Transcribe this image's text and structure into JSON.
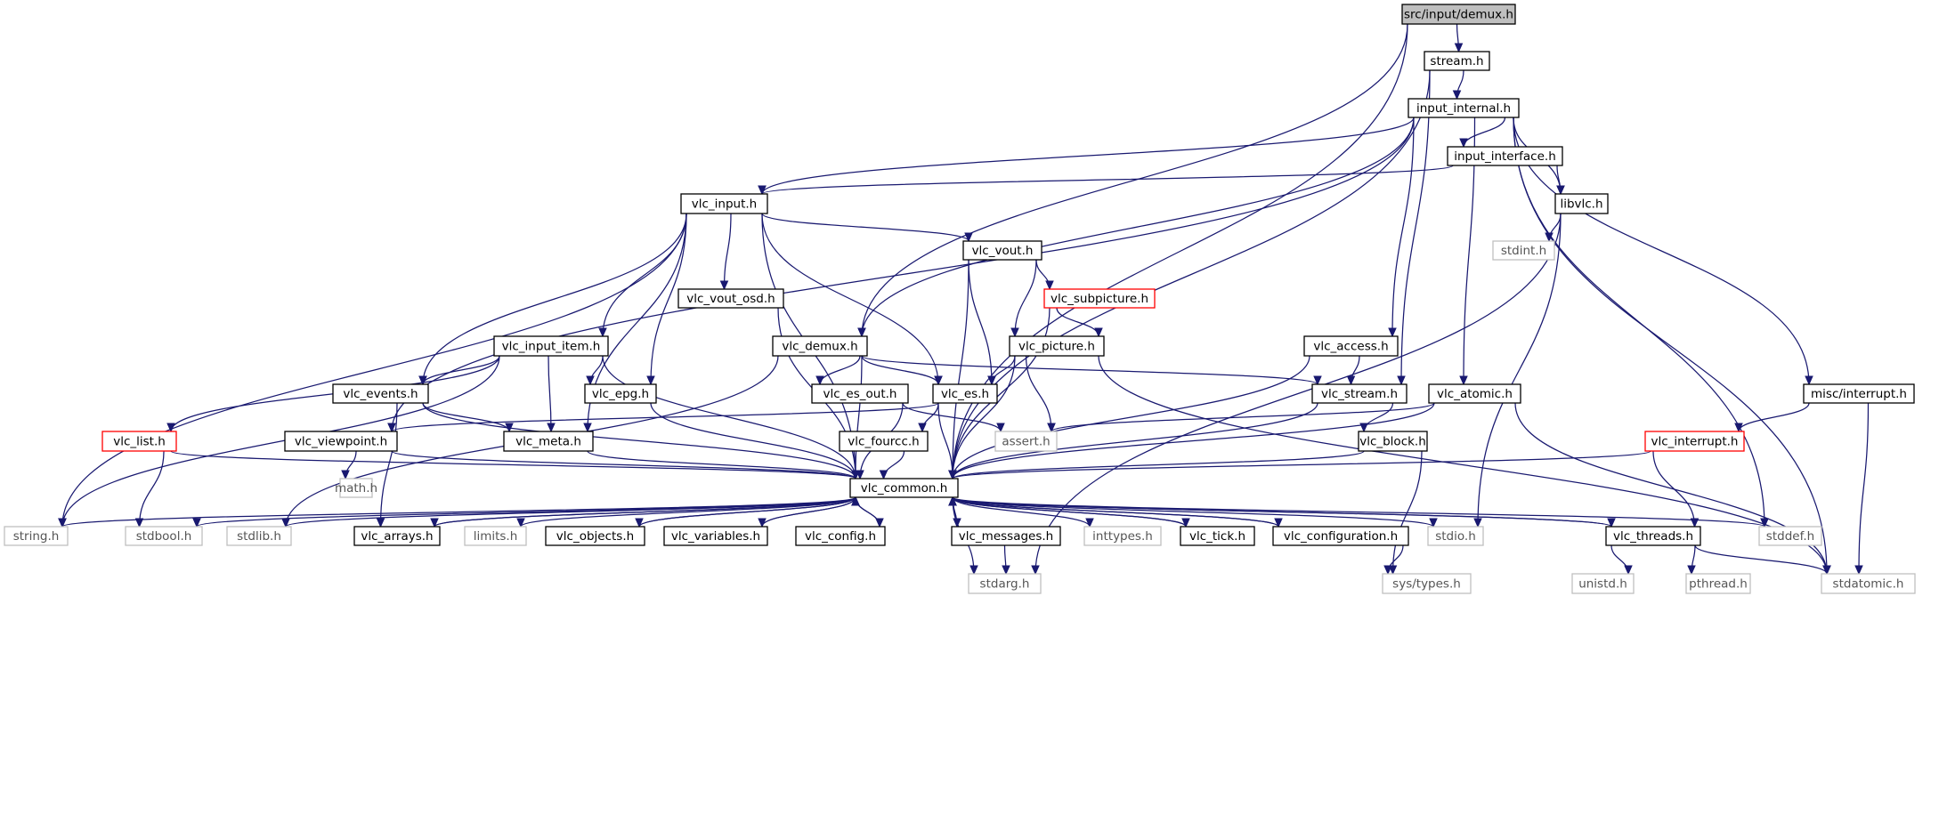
{
  "graph": {
    "title": "src/input/demux.h",
    "colors": {
      "edge": "#191970",
      "root_fill": "#bfbfbf",
      "internal_border": "#000000",
      "external_border": "#bfbfbf",
      "truncated_border": "#ff0000",
      "external_text": "#555555"
    },
    "nodes": [
      {
        "id": "root",
        "label": "src/input/demux.h",
        "kind": "root"
      },
      {
        "id": "stream",
        "label": "stream.h",
        "kind": "internal"
      },
      {
        "id": "input_internal",
        "label": "input_internal.h",
        "kind": "internal"
      },
      {
        "id": "input_interface",
        "label": "input_interface.h",
        "kind": "internal"
      },
      {
        "id": "vlc_input",
        "label": "vlc_input.h",
        "kind": "internal"
      },
      {
        "id": "libvlc",
        "label": "libvlc.h",
        "kind": "internal"
      },
      {
        "id": "stdint",
        "label": "stdint.h",
        "kind": "external"
      },
      {
        "id": "vlc_vout",
        "label": "vlc_vout.h",
        "kind": "internal"
      },
      {
        "id": "vlc_vout_osd",
        "label": "vlc_vout_osd.h",
        "kind": "internal"
      },
      {
        "id": "vlc_subpicture",
        "label": "vlc_subpicture.h",
        "kind": "truncated"
      },
      {
        "id": "vlc_input_item",
        "label": "vlc_input_item.h",
        "kind": "internal"
      },
      {
        "id": "vlc_demux",
        "label": "vlc_demux.h",
        "kind": "internal"
      },
      {
        "id": "vlc_picture",
        "label": "vlc_picture.h",
        "kind": "internal"
      },
      {
        "id": "vlc_access",
        "label": "vlc_access.h",
        "kind": "internal"
      },
      {
        "id": "vlc_events",
        "label": "vlc_events.h",
        "kind": "internal"
      },
      {
        "id": "vlc_epg",
        "label": "vlc_epg.h",
        "kind": "internal"
      },
      {
        "id": "vlc_es_out",
        "label": "vlc_es_out.h",
        "kind": "internal"
      },
      {
        "id": "vlc_es",
        "label": "vlc_es.h",
        "kind": "internal"
      },
      {
        "id": "vlc_stream",
        "label": "vlc_stream.h",
        "kind": "internal"
      },
      {
        "id": "vlc_atomic",
        "label": "vlc_atomic.h",
        "kind": "internal"
      },
      {
        "id": "misc_interrupt",
        "label": "misc/interrupt.h",
        "kind": "internal"
      },
      {
        "id": "vlc_list",
        "label": "vlc_list.h",
        "kind": "truncated"
      },
      {
        "id": "vlc_viewpoint",
        "label": "vlc_viewpoint.h",
        "kind": "internal"
      },
      {
        "id": "vlc_meta",
        "label": "vlc_meta.h",
        "kind": "internal"
      },
      {
        "id": "vlc_fourcc",
        "label": "vlc_fourcc.h",
        "kind": "internal"
      },
      {
        "id": "assert",
        "label": "assert.h",
        "kind": "external"
      },
      {
        "id": "vlc_block",
        "label": "vlc_block.h",
        "kind": "internal"
      },
      {
        "id": "vlc_interrupt",
        "label": "vlc_interrupt.h",
        "kind": "truncated"
      },
      {
        "id": "math",
        "label": "math.h",
        "kind": "external"
      },
      {
        "id": "vlc_common",
        "label": "vlc_common.h",
        "kind": "internal"
      },
      {
        "id": "string",
        "label": "string.h",
        "kind": "external"
      },
      {
        "id": "stdbool",
        "label": "stdbool.h",
        "kind": "external"
      },
      {
        "id": "stdlib",
        "label": "stdlib.h",
        "kind": "external"
      },
      {
        "id": "vlc_arrays",
        "label": "vlc_arrays.h",
        "kind": "internal"
      },
      {
        "id": "limits",
        "label": "limits.h",
        "kind": "external"
      },
      {
        "id": "vlc_objects",
        "label": "vlc_objects.h",
        "kind": "internal"
      },
      {
        "id": "vlc_variables",
        "label": "vlc_variables.h",
        "kind": "internal"
      },
      {
        "id": "vlc_config",
        "label": "vlc_config.h",
        "kind": "internal"
      },
      {
        "id": "vlc_messages",
        "label": "vlc_messages.h",
        "kind": "internal"
      },
      {
        "id": "inttypes",
        "label": "inttypes.h",
        "kind": "external"
      },
      {
        "id": "vlc_tick",
        "label": "vlc_tick.h",
        "kind": "internal"
      },
      {
        "id": "vlc_configuration",
        "label": "vlc_configuration.h",
        "kind": "internal"
      },
      {
        "id": "stdio",
        "label": "stdio.h",
        "kind": "external"
      },
      {
        "id": "vlc_threads",
        "label": "vlc_threads.h",
        "kind": "internal"
      },
      {
        "id": "stddef",
        "label": "stddef.h",
        "kind": "external"
      },
      {
        "id": "stdarg",
        "label": "stdarg.h",
        "kind": "external"
      },
      {
        "id": "sys_types",
        "label": "sys/types.h",
        "kind": "external"
      },
      {
        "id": "unistd",
        "label": "unistd.h",
        "kind": "external"
      },
      {
        "id": "pthread",
        "label": "pthread.h",
        "kind": "external"
      },
      {
        "id": "stdatomic",
        "label": "stdatomic.h",
        "kind": "external"
      }
    ],
    "edges": [
      [
        "root",
        "stream"
      ],
      [
        "root",
        "vlc_demux"
      ],
      [
        "root",
        "vlc_common"
      ],
      [
        "stream",
        "input_internal"
      ],
      [
        "stream",
        "vlc_stream"
      ],
      [
        "stream",
        "vlc_common"
      ],
      [
        "input_internal",
        "vlc_input"
      ],
      [
        "input_internal",
        "input_interface"
      ],
      [
        "input_internal",
        "libvlc"
      ],
      [
        "input_internal",
        "vlc_demux"
      ],
      [
        "input_internal",
        "vlc_access"
      ],
      [
        "input_internal",
        "vlc_atomic"
      ],
      [
        "input_internal",
        "misc_interrupt"
      ],
      [
        "input_internal",
        "vlc_viewpoint"
      ],
      [
        "input_internal",
        "stddef"
      ],
      [
        "input_internal",
        "stdatomic"
      ],
      [
        "input_interface",
        "vlc_input"
      ],
      [
        "input_interface",
        "libvlc"
      ],
      [
        "libvlc",
        "stdint"
      ],
      [
        "libvlc",
        "stdio"
      ],
      [
        "libvlc",
        "stdarg"
      ],
      [
        "vlc_input",
        "vlc_vout"
      ],
      [
        "vlc_input",
        "vlc_vout_osd"
      ],
      [
        "vlc_input",
        "vlc_input_item"
      ],
      [
        "vlc_input",
        "vlc_epg"
      ],
      [
        "vlc_input",
        "vlc_events"
      ],
      [
        "vlc_input",
        "vlc_es"
      ],
      [
        "vlc_input",
        "vlc_meta"
      ],
      [
        "vlc_input",
        "string"
      ],
      [
        "vlc_input",
        "vlc_common"
      ],
      [
        "vlc_vout",
        "vlc_subpicture"
      ],
      [
        "vlc_vout",
        "vlc_picture"
      ],
      [
        "vlc_vout",
        "vlc_es"
      ],
      [
        "vlc_vout",
        "vlc_common"
      ],
      [
        "vlc_vout_osd",
        "vlc_common"
      ],
      [
        "vlc_subpicture",
        "vlc_picture"
      ],
      [
        "vlc_subpicture",
        "vlc_common"
      ],
      [
        "vlc_input_item",
        "vlc_epg"
      ],
      [
        "vlc_input_item",
        "vlc_events"
      ],
      [
        "vlc_input_item",
        "vlc_meta"
      ],
      [
        "vlc_input_item",
        "vlc_list"
      ],
      [
        "vlc_input_item",
        "string"
      ],
      [
        "vlc_input_item",
        "vlc_common"
      ],
      [
        "vlc_demux",
        "vlc_es_out"
      ],
      [
        "vlc_demux",
        "vlc_es"
      ],
      [
        "vlc_demux",
        "vlc_stream"
      ],
      [
        "vlc_demux",
        "stdlib"
      ],
      [
        "vlc_demux",
        "vlc_common"
      ],
      [
        "vlc_picture",
        "vlc_es"
      ],
      [
        "vlc_picture",
        "assert"
      ],
      [
        "vlc_picture",
        "stdatomic"
      ],
      [
        "vlc_picture",
        "vlc_common"
      ],
      [
        "vlc_access",
        "vlc_stream"
      ],
      [
        "vlc_access",
        "vlc_common"
      ],
      [
        "vlc_events",
        "vlc_meta"
      ],
      [
        "vlc_events",
        "vlc_arrays"
      ],
      [
        "vlc_events",
        "vlc_common"
      ],
      [
        "vlc_epg",
        "vlc_common"
      ],
      [
        "vlc_es_out",
        "assert"
      ],
      [
        "vlc_es_out",
        "vlc_common"
      ],
      [
        "vlc_es",
        "vlc_fourcc"
      ],
      [
        "vlc_es",
        "vlc_viewpoint"
      ],
      [
        "vlc_es",
        "vlc_common"
      ],
      [
        "vlc_stream",
        "vlc_block"
      ],
      [
        "vlc_stream",
        "vlc_common"
      ],
      [
        "vlc_atomic",
        "assert"
      ],
      [
        "vlc_atomic",
        "stdatomic"
      ],
      [
        "vlc_atomic",
        "vlc_common"
      ],
      [
        "misc_interrupt",
        "vlc_interrupt"
      ],
      [
        "misc_interrupt",
        "stdatomic"
      ],
      [
        "vlc_list",
        "stdbool"
      ],
      [
        "vlc_list",
        "vlc_common"
      ],
      [
        "vlc_viewpoint",
        "math"
      ],
      [
        "vlc_viewpoint",
        "vlc_common"
      ],
      [
        "vlc_meta",
        "vlc_common"
      ],
      [
        "vlc_fourcc",
        "vlc_common"
      ],
      [
        "vlc_block",
        "sys_types"
      ],
      [
        "vlc_block",
        "vlc_common"
      ],
      [
        "vlc_interrupt",
        "vlc_threads"
      ],
      [
        "vlc_interrupt",
        "vlc_common"
      ],
      [
        "vlc_common",
        "string"
      ],
      [
        "vlc_common",
        "stdbool"
      ],
      [
        "vlc_common",
        "stdlib"
      ],
      [
        "vlc_common",
        "vlc_arrays"
      ],
      [
        "vlc_common",
        "limits"
      ],
      [
        "vlc_common",
        "vlc_objects"
      ],
      [
        "vlc_common",
        "vlc_variables"
      ],
      [
        "vlc_common",
        "vlc_config"
      ],
      [
        "vlc_common",
        "vlc_messages"
      ],
      [
        "vlc_common",
        "inttypes"
      ],
      [
        "vlc_common",
        "vlc_tick"
      ],
      [
        "vlc_common",
        "vlc_configuration"
      ],
      [
        "vlc_common",
        "stdio"
      ],
      [
        "vlc_common",
        "vlc_threads"
      ],
      [
        "vlc_common",
        "stddef"
      ],
      [
        "vlc_common",
        "stdarg"
      ],
      [
        "vlc_arrays",
        "vlc_common"
      ],
      [
        "vlc_objects",
        "vlc_common"
      ],
      [
        "vlc_variables",
        "vlc_common"
      ],
      [
        "vlc_config",
        "vlc_common"
      ],
      [
        "vlc_messages",
        "vlc_common"
      ],
      [
        "vlc_messages",
        "stdarg"
      ],
      [
        "vlc_tick",
        "vlc_common"
      ],
      [
        "vlc_configuration",
        "vlc_common"
      ],
      [
        "vlc_configuration",
        "sys_types"
      ],
      [
        "vlc_threads",
        "vlc_common"
      ],
      [
        "vlc_threads",
        "unistd"
      ],
      [
        "vlc_threads",
        "pthread"
      ],
      [
        "vlc_threads",
        "stdatomic"
      ]
    ]
  }
}
